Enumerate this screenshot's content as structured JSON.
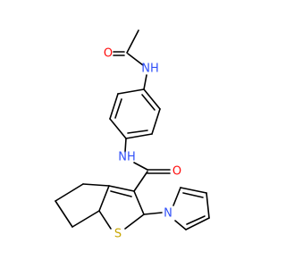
{
  "atoms": {
    "O1": {
      "text": "O",
      "color": "#ff0d0d"
    },
    "N1": {
      "text": "NH",
      "color": "#3050f8"
    },
    "N2": {
      "text": "NH",
      "color": "#3050f8"
    },
    "O2": {
      "text": "O",
      "color": "#ff0d0d"
    },
    "S1": {
      "text": "S",
      "color": "#c8a600"
    },
    "N3": {
      "text": "N",
      "color": "#3050f8"
    }
  },
  "colors": {
    "bond": "#000000",
    "background": "#ffffff"
  }
}
